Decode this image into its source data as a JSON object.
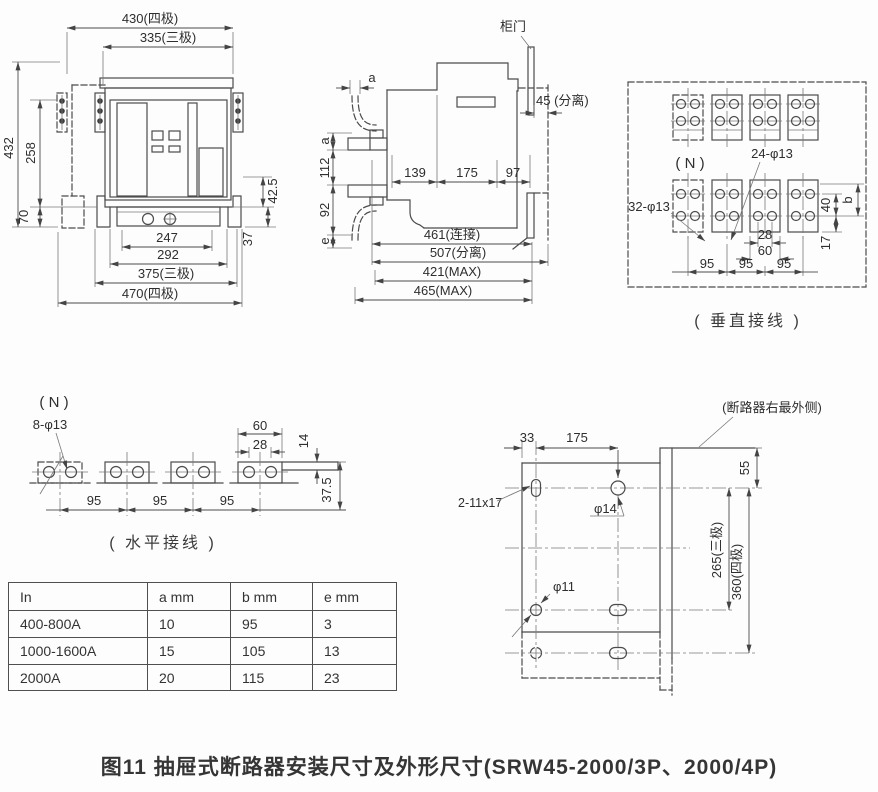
{
  "front": {
    "d430": "430(四极)",
    "d335": "335(三极)",
    "d432": "432",
    "d258": "258",
    "d70": "70",
    "d42_5": "42.5",
    "d37": "37",
    "d247": "247",
    "d292": "292",
    "d375": "375(三极)",
    "d470": "470(四极)"
  },
  "side": {
    "door": "柜门",
    "a_top": "a",
    "d45": "45 (分离)",
    "a_left": "a",
    "d112": "112",
    "d92": "92",
    "e": "e",
    "d139": "139",
    "d175": "175",
    "d97": "97",
    "d461": "461(连接)",
    "d507": "507(分离)",
    "d421": "421(MAX)",
    "d465": "465(MAX)"
  },
  "vertical": {
    "n": "( N )",
    "d24": "24-φ13",
    "d32": "32-φ13",
    "d28": "28",
    "d60": "60",
    "d95a": "95",
    "d95b": "95",
    "d95c": "95",
    "d40": "40",
    "d17": "17",
    "b": "b",
    "caption": "( 垂直接线 )"
  },
  "horizontal": {
    "n": "( N )",
    "d8": "8-φ13",
    "d60": "60",
    "d28": "28",
    "d14": "14",
    "d37_5": "37.5",
    "d95a": "95",
    "d95b": "95",
    "d95c": "95",
    "caption": "( 水平接线 )"
  },
  "drill": {
    "note": "(断路器右最外侧)",
    "d33": "33",
    "d175": "175",
    "slot": "2-11x17",
    "d14": "φ14",
    "d11": "φ11",
    "d55": "55",
    "d265": "265(三极)",
    "d360": "360(四极)"
  },
  "table": {
    "headers": [
      "In",
      "a mm",
      "b mm",
      "e mm"
    ],
    "rows": [
      [
        "400-800A",
        "10",
        "95",
        "3"
      ],
      [
        "1000-1600A",
        "15",
        "105",
        "13"
      ],
      [
        "2000A",
        "20",
        "115",
        "23"
      ]
    ]
  },
  "caption": "图11 抽屉式断路器安装尺寸及外形尺寸(SRW45-2000/3P、2000/4P)"
}
